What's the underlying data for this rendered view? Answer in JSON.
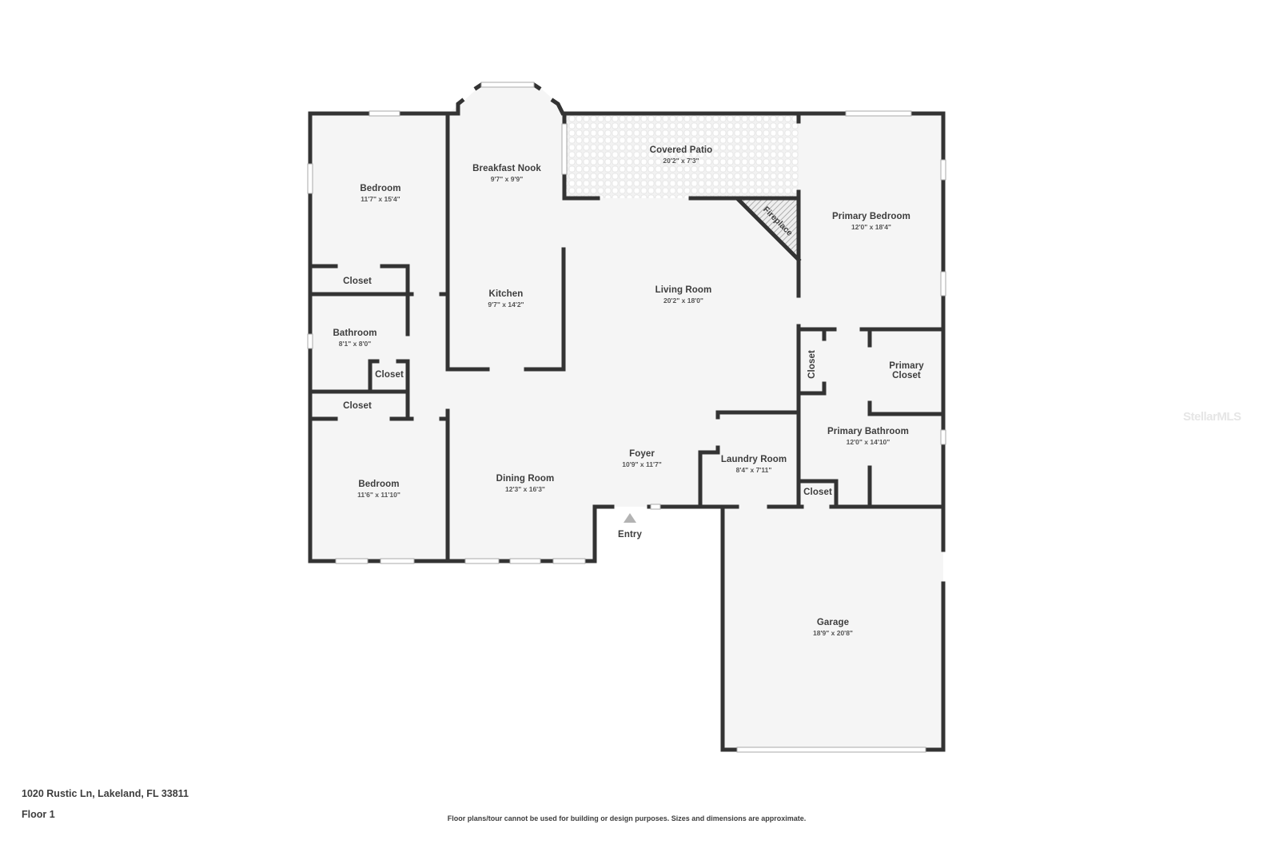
{
  "property": {
    "address": "1020 Rustic Ln, Lakeland, FL 33811",
    "floor": "Floor 1"
  },
  "disclaimer": "Floor plans/tour cannot be used for building or design purposes. Sizes and dimensions are approximate.",
  "watermark": "StellarMLS",
  "colors": {
    "wall": "#333333",
    "floor": "#f5f5f5",
    "text": "#3d3d3d",
    "entry_marker": "#b3b3b3"
  },
  "rooms": {
    "bedroom_nw": {
      "name": "Bedroom",
      "dims": "11'7\" x 15'4\""
    },
    "breakfast_nook": {
      "name": "Breakfast Nook",
      "dims": "9'7\" x 9'9\""
    },
    "covered_patio": {
      "name": "Covered Patio",
      "dims": "20'2\" x 7'3\""
    },
    "fireplace": {
      "name": "Fireplace"
    },
    "primary_bedroom": {
      "name": "Primary Bedroom",
      "dims": "12'0\" x 18'4\""
    },
    "closet_nw": {
      "name": "Closet"
    },
    "kitchen": {
      "name": "Kitchen",
      "dims": "9'7\" x 14'2\""
    },
    "living_room": {
      "name": "Living Room",
      "dims": "20'2\" x 18'0\""
    },
    "bathroom": {
      "name": "Bathroom",
      "dims": "8'1\" x 8'0\""
    },
    "closet_bath": {
      "name": "Closet"
    },
    "closet_primary_vert": {
      "name": "Closet"
    },
    "primary_closet": {
      "name": "Primary\nCloset",
      "line1": "Primary",
      "line2": "Closet"
    },
    "closet_sw": {
      "name": "Closet"
    },
    "primary_bathroom": {
      "name": "Primary Bathroom",
      "dims": "12'0\" x 14'10\""
    },
    "foyer": {
      "name": "Foyer",
      "dims": "10'9\" x 11'7\""
    },
    "laundry_room": {
      "name": "Laundry Room",
      "dims": "8'4\" x 7'11\""
    },
    "bedroom_sw": {
      "name": "Bedroom",
      "dims": "11'6\" x 11'10\""
    },
    "dining_room": {
      "name": "Dining Room",
      "dims": "12'3\" x 16'3\""
    },
    "closet_primary_bath": {
      "name": "Closet"
    },
    "entry": {
      "name": "Entry"
    },
    "garage": {
      "name": "Garage",
      "dims": "18'9\" x 20'8\""
    }
  }
}
